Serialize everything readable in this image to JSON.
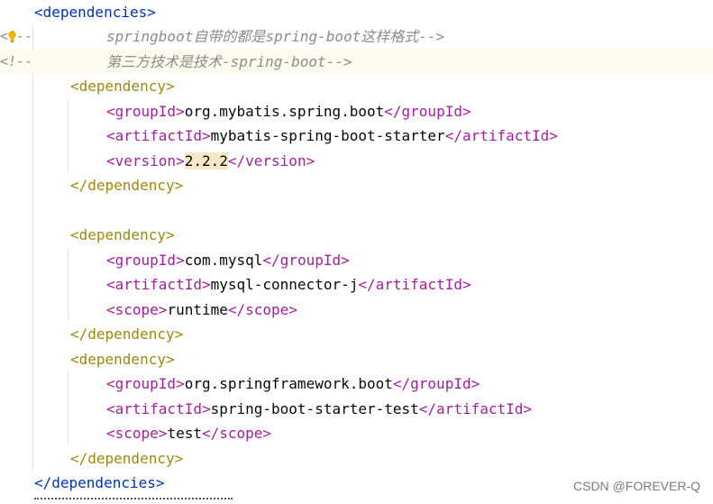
{
  "lines": [
    {
      "kind": "open-root",
      "tag": "dependencies"
    },
    {
      "kind": "comment",
      "gutter": "<!--",
      "text": "springboot自带的都是spring-boot这样格式-->"
    },
    {
      "kind": "comment",
      "gutter": "<!--",
      "text": "第三方技术是技术-spring-boot-->"
    },
    {
      "kind": "open",
      "tag": "dependency"
    },
    {
      "kind": "elem",
      "name": "groupId",
      "value": "org.mybatis.spring.boot"
    },
    {
      "kind": "elem",
      "name": "artifactId",
      "value": "mybatis-spring-boot-starter"
    },
    {
      "kind": "elem",
      "name": "version",
      "value": "2.2.2"
    },
    {
      "kind": "close",
      "tag": "dependency"
    },
    {
      "kind": "blank"
    },
    {
      "kind": "open",
      "tag": "dependency"
    },
    {
      "kind": "elem",
      "name": "groupId",
      "value": "com.mysql"
    },
    {
      "kind": "elem",
      "name": "artifactId",
      "value": "mysql-connector-j"
    },
    {
      "kind": "elem",
      "name": "scope",
      "value": "runtime"
    },
    {
      "kind": "close",
      "tag": "dependency"
    },
    {
      "kind": "open",
      "tag": "dependency"
    },
    {
      "kind": "elem",
      "name": "groupId",
      "value": "org.springframework.boot"
    },
    {
      "kind": "elem",
      "name": "artifactId",
      "value": "spring-boot-starter-test"
    },
    {
      "kind": "elem",
      "name": "scope",
      "value": "test"
    },
    {
      "kind": "close",
      "tag": "dependency"
    },
    {
      "kind": "close-root",
      "tag": "dependencies"
    }
  ],
  "watermark": "CSDN @FOREVER-Q",
  "colors": {
    "root_tag": "#0033b3",
    "dependency_tag": "#9e880d",
    "element_tag": "#a31f9c",
    "comment": "#8c8c8c",
    "highlight_line": "#fcfaed",
    "version_highlight": "#f6e8c6"
  },
  "icons": {
    "gutter": "lightbulb-icon"
  }
}
